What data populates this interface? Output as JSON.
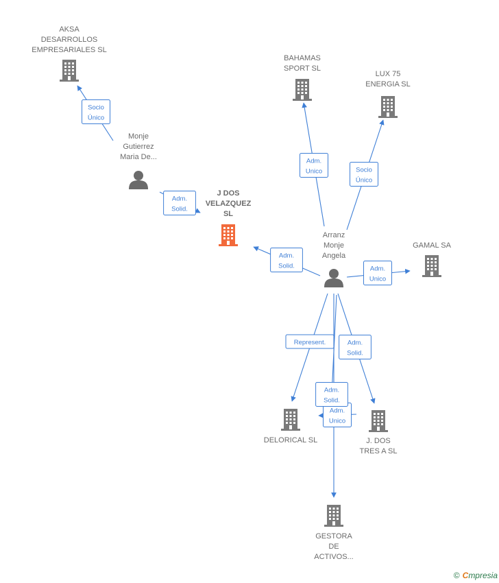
{
  "colors": {
    "edge": "#3f7fd6",
    "company": "#7a7a7a",
    "company_main": "#f26a3b",
    "person": "#6b6b6b",
    "label": "#6b6b6b"
  },
  "nodes": [
    {
      "id": "aksa",
      "type": "company",
      "icon": "building-icon",
      "label": [
        "AKSA",
        "DESARROLLOS",
        "EMPRESARIALES SL"
      ]
    },
    {
      "id": "monje",
      "type": "person",
      "icon": "person-icon",
      "label": [
        "Monje",
        "Gutierrez",
        "Maria De..."
      ]
    },
    {
      "id": "jdos",
      "type": "company-main",
      "icon": "building-icon",
      "label": [
        "J DOS",
        "VELAZQUEZ",
        "SL"
      ]
    },
    {
      "id": "bahamas",
      "type": "company",
      "icon": "building-icon",
      "label": [
        "BAHAMAS",
        "SPORT  SL"
      ]
    },
    {
      "id": "lux75",
      "type": "company",
      "icon": "building-icon",
      "label": [
        "LUX 75",
        "ENERGIA SL"
      ]
    },
    {
      "id": "arranz",
      "type": "person",
      "icon": "person-icon",
      "label": [
        "Arranz",
        "Monje",
        "Angela"
      ]
    },
    {
      "id": "gamal",
      "type": "company",
      "icon": "building-icon",
      "label": [
        "GAMAL SA"
      ]
    },
    {
      "id": "delorical",
      "type": "company",
      "icon": "building-icon",
      "label": [
        "DELORICAL  SL"
      ]
    },
    {
      "id": "jdostres",
      "type": "company",
      "icon": "building-icon",
      "label": [
        "J.  DOS",
        "TRES A SL"
      ]
    },
    {
      "id": "gestora",
      "type": "company",
      "icon": "building-icon",
      "label": [
        "GESTORA",
        "DE",
        "ACTIVOS..."
      ]
    }
  ],
  "edges": [
    {
      "from": "monje",
      "to": "aksa",
      "label": [
        "Socio",
        "Único"
      ]
    },
    {
      "from": "monje",
      "to": "jdos",
      "label": [
        "Adm.",
        "Solid."
      ]
    },
    {
      "from": "arranz",
      "to": "jdos",
      "label": [
        "Adm.",
        "Solid."
      ]
    },
    {
      "from": "arranz",
      "to": "bahamas",
      "label": [
        "Adm.",
        "Unico"
      ]
    },
    {
      "from": "arranz",
      "to": "lux75",
      "label": [
        "Socio",
        "Único"
      ]
    },
    {
      "from": "arranz",
      "to": "gamal",
      "label": [
        "Adm.",
        "Unico"
      ]
    },
    {
      "from": "arranz",
      "to": "delorical",
      "label": [
        "Represent."
      ]
    },
    {
      "from": "arranz",
      "to": "jdostres",
      "label": [
        "Adm.",
        "Solid."
      ]
    },
    {
      "from": "arranz",
      "to": "gestora",
      "label": []
    },
    {
      "from": "jdostres",
      "to": "delorical",
      "label": [
        "Adm.",
        "Unico"
      ]
    },
    {
      "from": "arranz",
      "to": "delorical",
      "label": [
        "Adm.",
        "Solid."
      ]
    }
  ],
  "watermark": {
    "copyright": "©",
    "brand_initial": "C",
    "brand_rest": "mpresia"
  }
}
